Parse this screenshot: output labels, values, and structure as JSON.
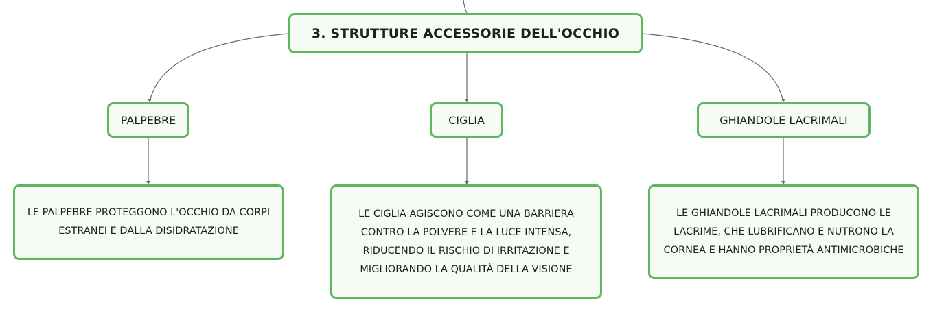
{
  "root": {
    "title": "3. STRUTTURE ACCESSORIE DELL'OCCHIO"
  },
  "topics": [
    {
      "label": "PALPEBRE",
      "detail": "LE PALPEBRE PROTEGGONO L'OCCHIO DA CORPI ESTRANEI E DALLA DISIDRATAZIONE"
    },
    {
      "label": "CIGLIA",
      "detail": "LE CIGLIA AGISCONO COME UNA BARRIERA CONTRO LA POLVERE E LA LUCE INTENSA, RIDUCENDO IL RISCHIO DI IRRITAZIONE E MIGLIORANDO LA QUALITÀ DELLA VISIONE"
    },
    {
      "label": "GHIANDOLE LACRIMALI",
      "detail": "LE GHIANDOLE LACRIMALI PRODUCONO LE LACRIME, CHE LUBRIFICANO E NUTRONO LA CORNEA E HANNO PROPRIETÀ ANTIMICROBICHE"
    }
  ],
  "colors": {
    "node_border": "#5cb85c",
    "node_fill": "#f6fbf6",
    "connector": "#666666"
  }
}
